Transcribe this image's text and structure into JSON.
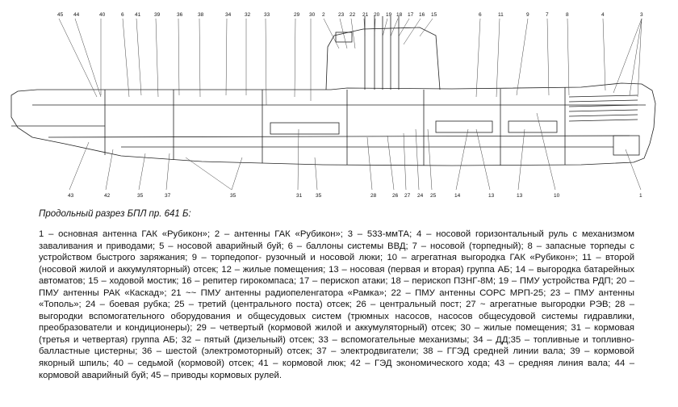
{
  "caption": {
    "title": "Продольный разрез БПЛ пр. 641 Б:",
    "legend": "1 – основная антенна ГАК «Рубикон»; 2 – антенны ГАК «Рубикон»; 3 – 533-ммТА; 4 – носовой горизонтальный руль с механизмом заваливания и приводами; 5 – носовой аварийный буй; 6 – баллоны системы ВВД; 7 – носовой (торпедный); 8 – запасные торпеды с устройством быстрого заряжания; 9 – торпедопог- рузочный и носовой люки; 10 – агрегатная выгородка ГАК «Рубикон»; 11 – второй (носовой жилой и аккумуляторный) отсек; 12 – жилые помещения; 13 – носовая (первая и вторая) группа АБ; 14 – выгородка батарейных автоматов; 15 – ходовой мостик; 16 – репитер гирокомпаса; 17 – перископ атаки; 18 – перископ ПЗНГ-8М; 19 – ПМУ устройства РДП; 20 – ПМУ антенны РАК «Каскад»; 21 ~~ ПМУ антенны радиопеленгатора «Рамка»; 22 – ПМУ антенны СОРС МРП-25; 23 – ПМУ антенны «Тополь»; 24 – боевая рубка; 25 – третий (центрального поста) отсек; 26 – центральный пост; 27 ~ агрегатные выгородки РЭВ; 28 – выгородки вспомогательного оборудования и общесудовых систем (трюмных насосов, насосов общесудовой системы гидравлики, преобразователи и кондиционеры); 29 – четвертый (кормовой жилой и аккумуляторный) отсек; 30 – жилые помещения; 31 – кормовая (третья и четвертая) группа АБ; 32 – пятый (дизельный) отсек; 33 – вспомогательные механизмы; 34 – ДД;35 – топливные и топливно-балластные цистерны; 36 – шестой (электромоторный) отсек; 37 – электродвигатели; 38 – ГГЭД средней линии вала; 39 – кормовой якорный шпиль; 40 – седьмой (кормовой) отсек; 41 – кормовой люк; 42 – ГЭД экономического хода; 43 – средняя линия вала; 44 – кормовой аварийный буй; 45 – приводы кормовых рулей."
  },
  "labels": {
    "top": [
      "45",
      "44",
      "40",
      "6",
      "41",
      "39",
      "36",
      "38",
      "34",
      "32",
      "33",
      "29",
      "30",
      "2",
      "23",
      "22",
      "21",
      "20",
      "19",
      "18",
      "17",
      "16",
      "15",
      "6",
      "11",
      "9",
      "7",
      "8",
      "4",
      "3"
    ],
    "bottom": [
      "43",
      "42",
      "35",
      "37",
      "35",
      "31",
      "35",
      "28",
      "26",
      "27",
      "24",
      "25",
      "14",
      "13",
      "13",
      "10",
      "1"
    ]
  }
}
